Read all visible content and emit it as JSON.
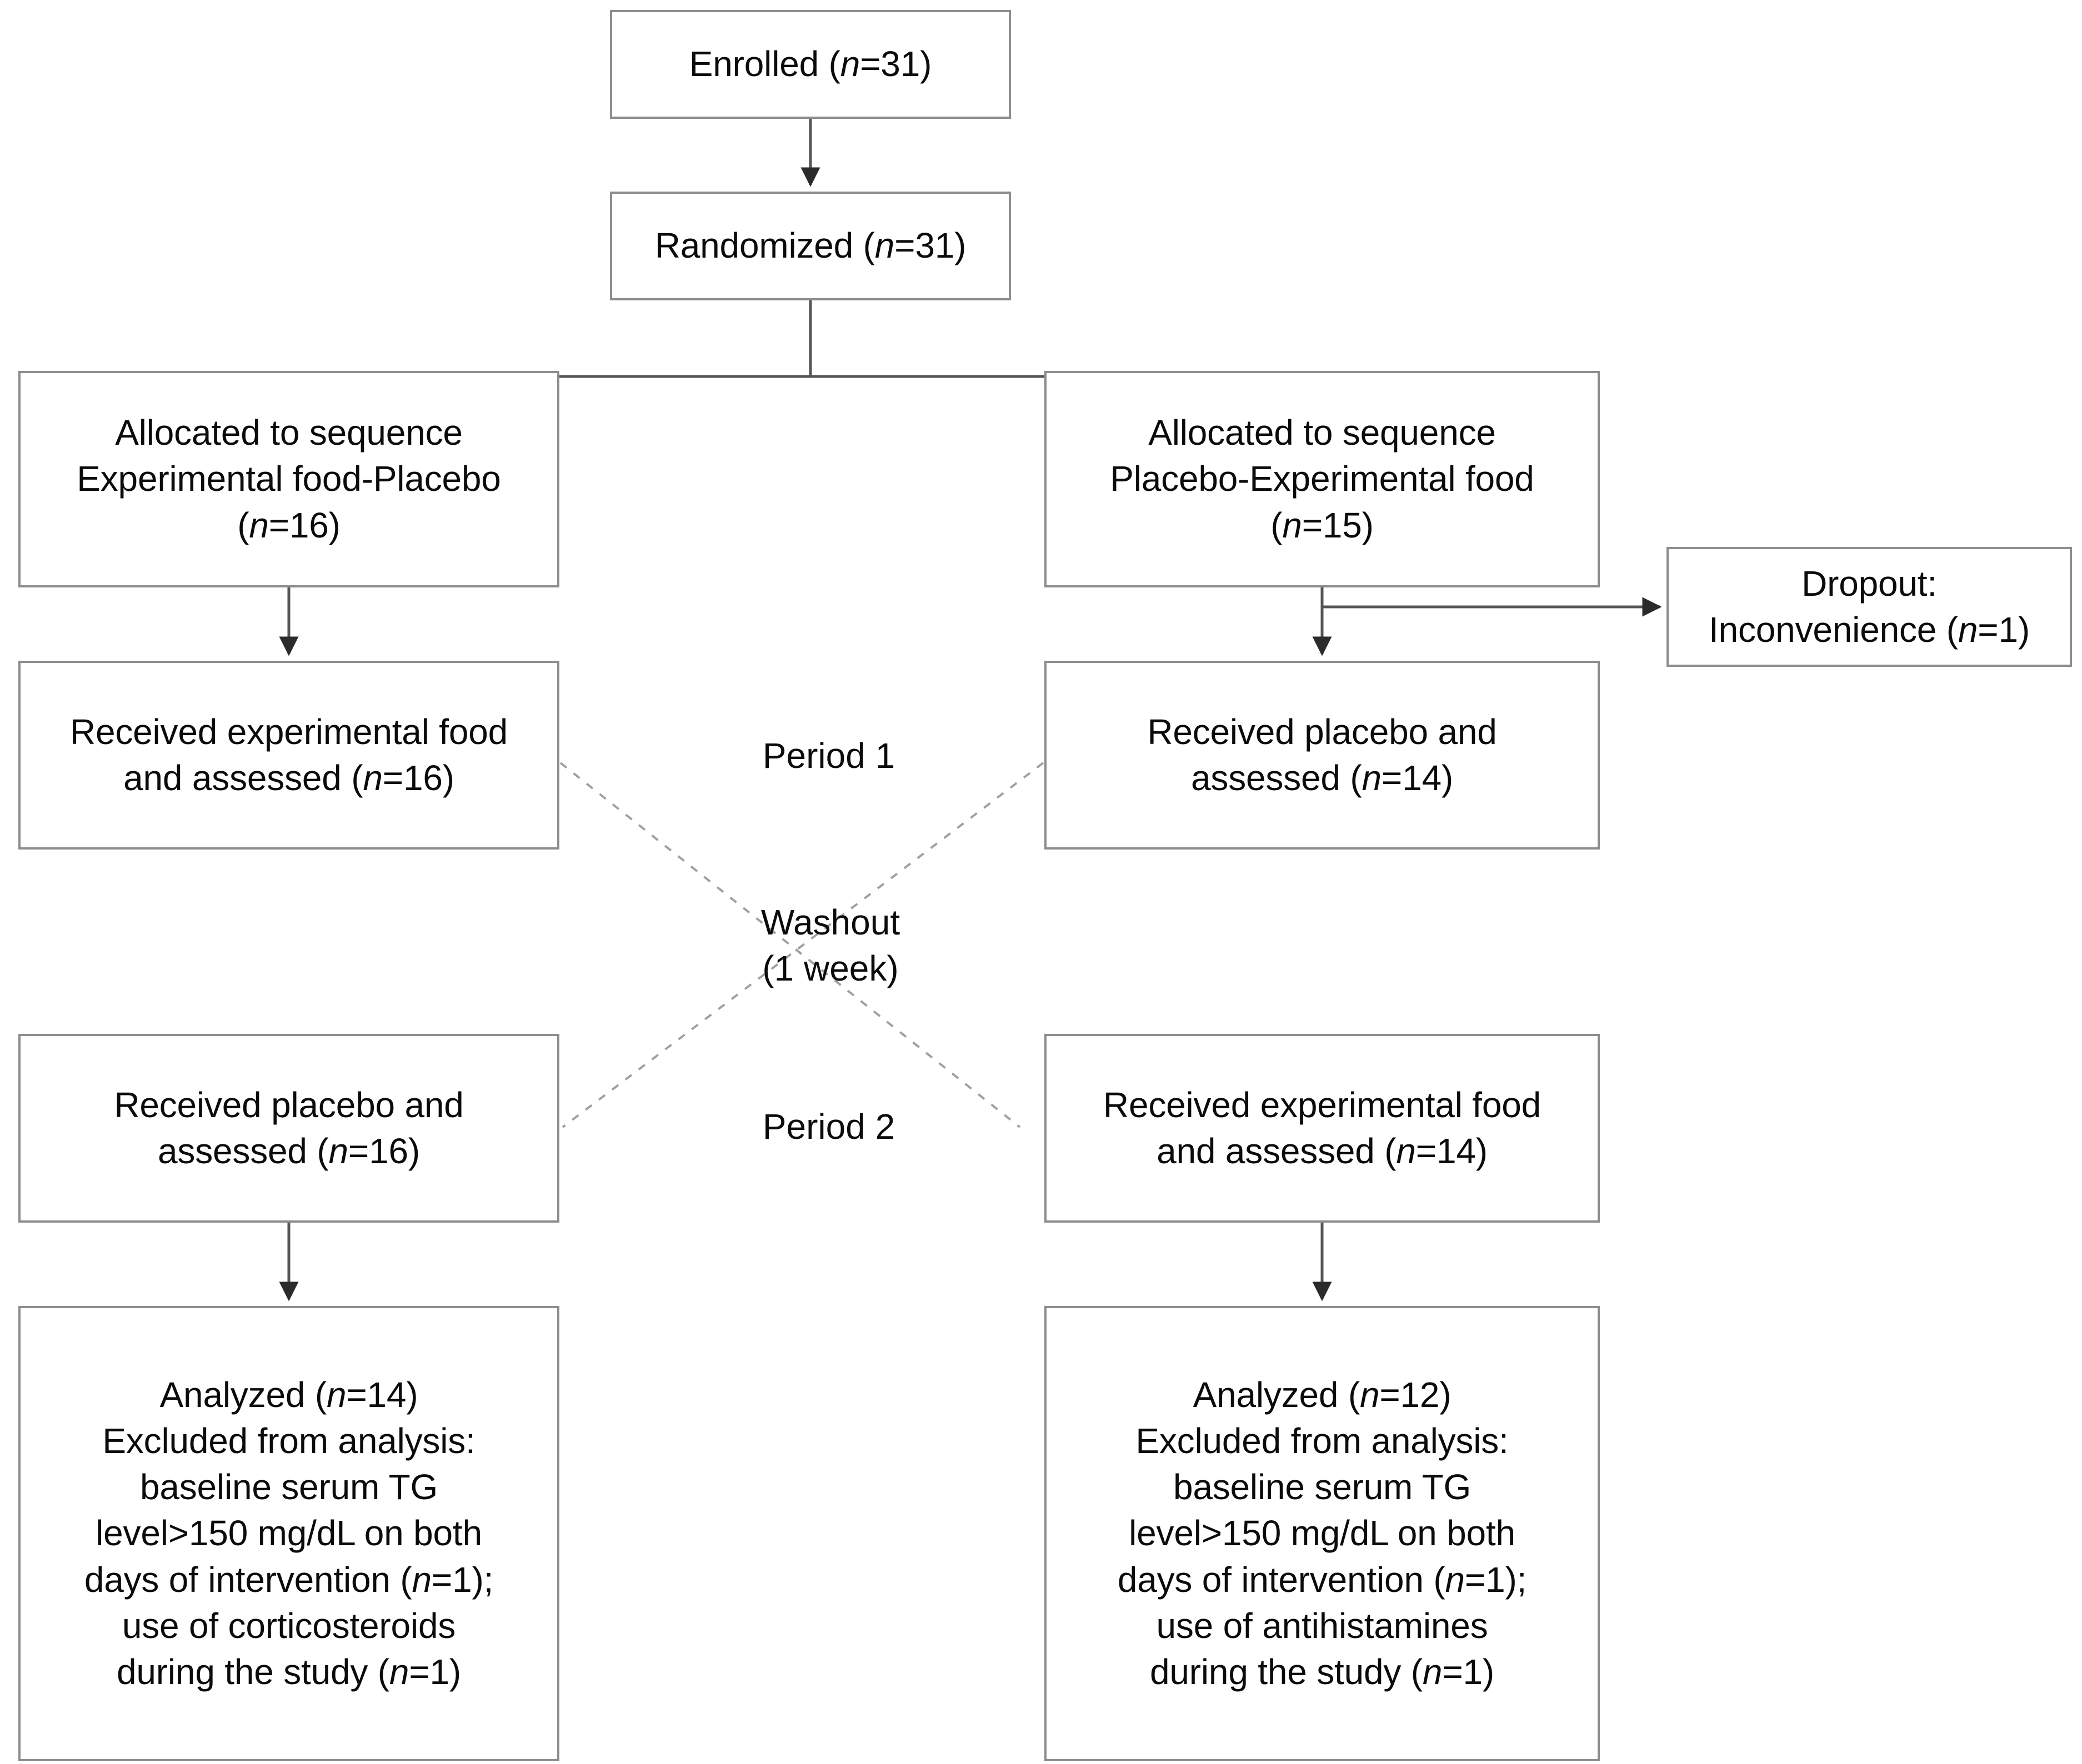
{
  "diagram": {
    "type": "CONSORT crossover trial flow diagram",
    "colors": {
      "box_border": "#8d8d8d",
      "connector": "#3a3a3a",
      "dashed_connector": "#9a9a9a",
      "text": "#0b0b0b",
      "background": "#ffffff"
    }
  },
  "nodes": {
    "enrolled": {
      "lines": [
        "Enrolled (n=31)"
      ]
    },
    "randomized": {
      "lines": [
        "Randomized (n=31)"
      ]
    },
    "alloc_left": {
      "lines": [
        "Allocated to sequence",
        "Experimental food-Placebo",
        "(n=16)"
      ]
    },
    "alloc_right": {
      "lines": [
        "Allocated to sequence",
        "Placebo-Experimental food",
        "(n=15)"
      ]
    },
    "dropout": {
      "lines": [
        "Dropout:",
        "Inconvenience (n=1)"
      ]
    },
    "period1_left": {
      "lines": [
        "Received experimental food",
        "and assessed (n=16)"
      ]
    },
    "period1_right": {
      "lines": [
        "Received placebo and",
        "assessed (n=14)"
      ]
    },
    "period2_left": {
      "lines": [
        "Received placebo and",
        "assessed (n=16)"
      ]
    },
    "period2_right": {
      "lines": [
        "Received experimental food",
        "and assessed (n=14)"
      ]
    },
    "analyzed_left": {
      "lines": [
        "Analyzed (n=14)",
        "Excluded from analysis:",
        "baseline serum TG",
        "level>150 mg/dL on both",
        "days of intervention (n=1);",
        "use of corticosteroids",
        "during the study (n=1)"
      ]
    },
    "analyzed_right": {
      "lines": [
        "Analyzed (n=12)",
        "Excluded from analysis:",
        "baseline serum TG",
        "level>150 mg/dL on both",
        "days of intervention (n=1);",
        "use of antihistamines",
        "during the study (n=1)"
      ]
    }
  },
  "labels": {
    "period1": {
      "lines": [
        "Period 1"
      ]
    },
    "washout": {
      "lines": [
        "Washout",
        "(1 week)"
      ]
    },
    "period2": {
      "lines": [
        "Period 2"
      ]
    }
  }
}
